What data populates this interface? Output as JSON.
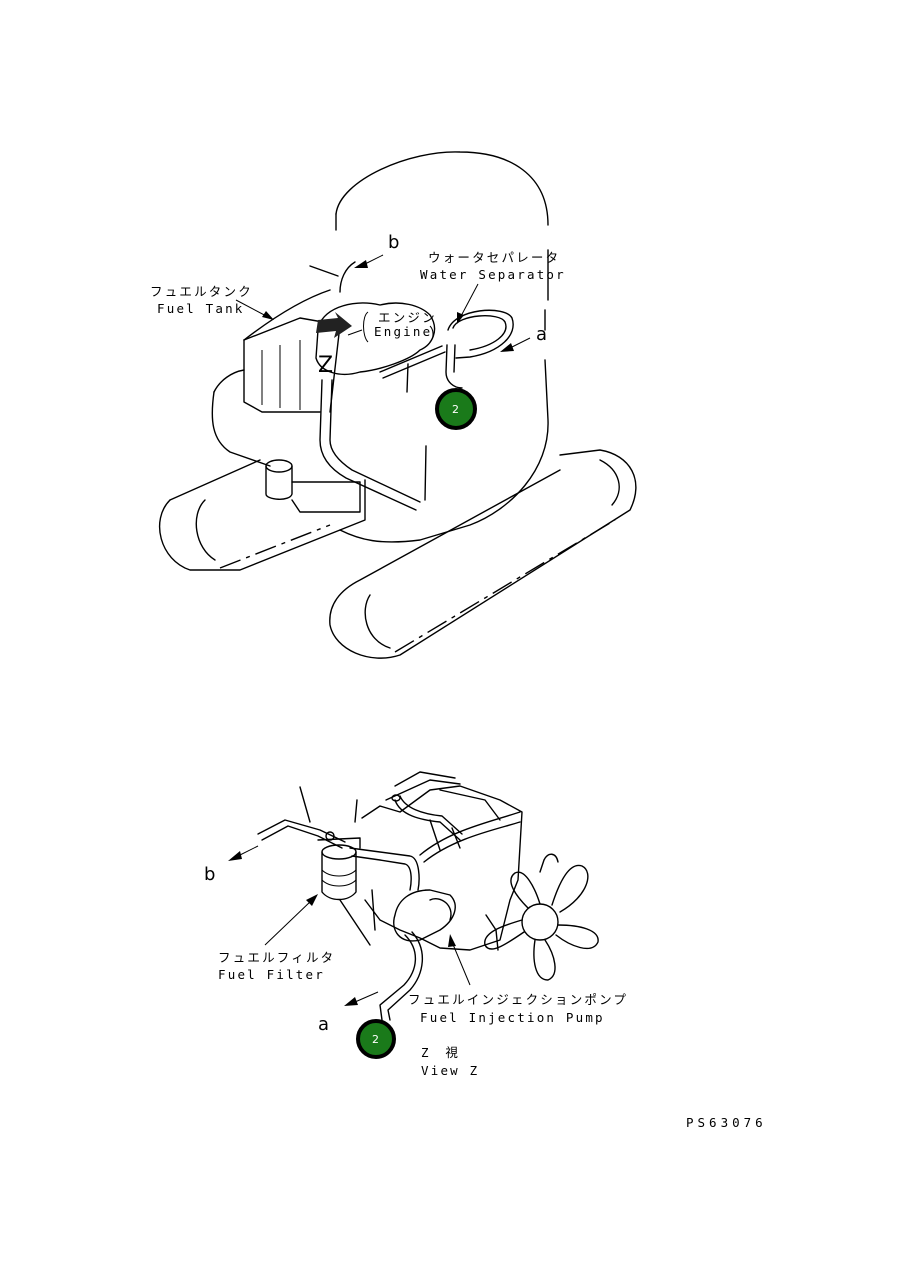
{
  "top_view": {
    "fuel_tank_jp": "フュエルタンク",
    "fuel_tank_en": "Fuel Tank",
    "water_separator_jp": "ウォータセパレータ",
    "water_separator_en": "Water Separator",
    "engine_jp": "エンジン",
    "engine_en": "Engine",
    "marker_a": "a",
    "marker_b": "b",
    "marker_z": "Z",
    "badge": "2",
    "badge_color": "#1a7a1a"
  },
  "bottom_view": {
    "fuel_filter_jp": "フュエルフィルタ",
    "fuel_filter_en": "Fuel Filter",
    "injection_pump_jp": "フュエルインジェクションポンプ",
    "injection_pump_en": "Fuel Injection Pump",
    "view_jp": "Z　視",
    "view_en": "View Z",
    "marker_a": "a",
    "marker_b": "b",
    "badge": "2",
    "badge_color": "#1a7a1a"
  },
  "drawing_number": "PS63076"
}
